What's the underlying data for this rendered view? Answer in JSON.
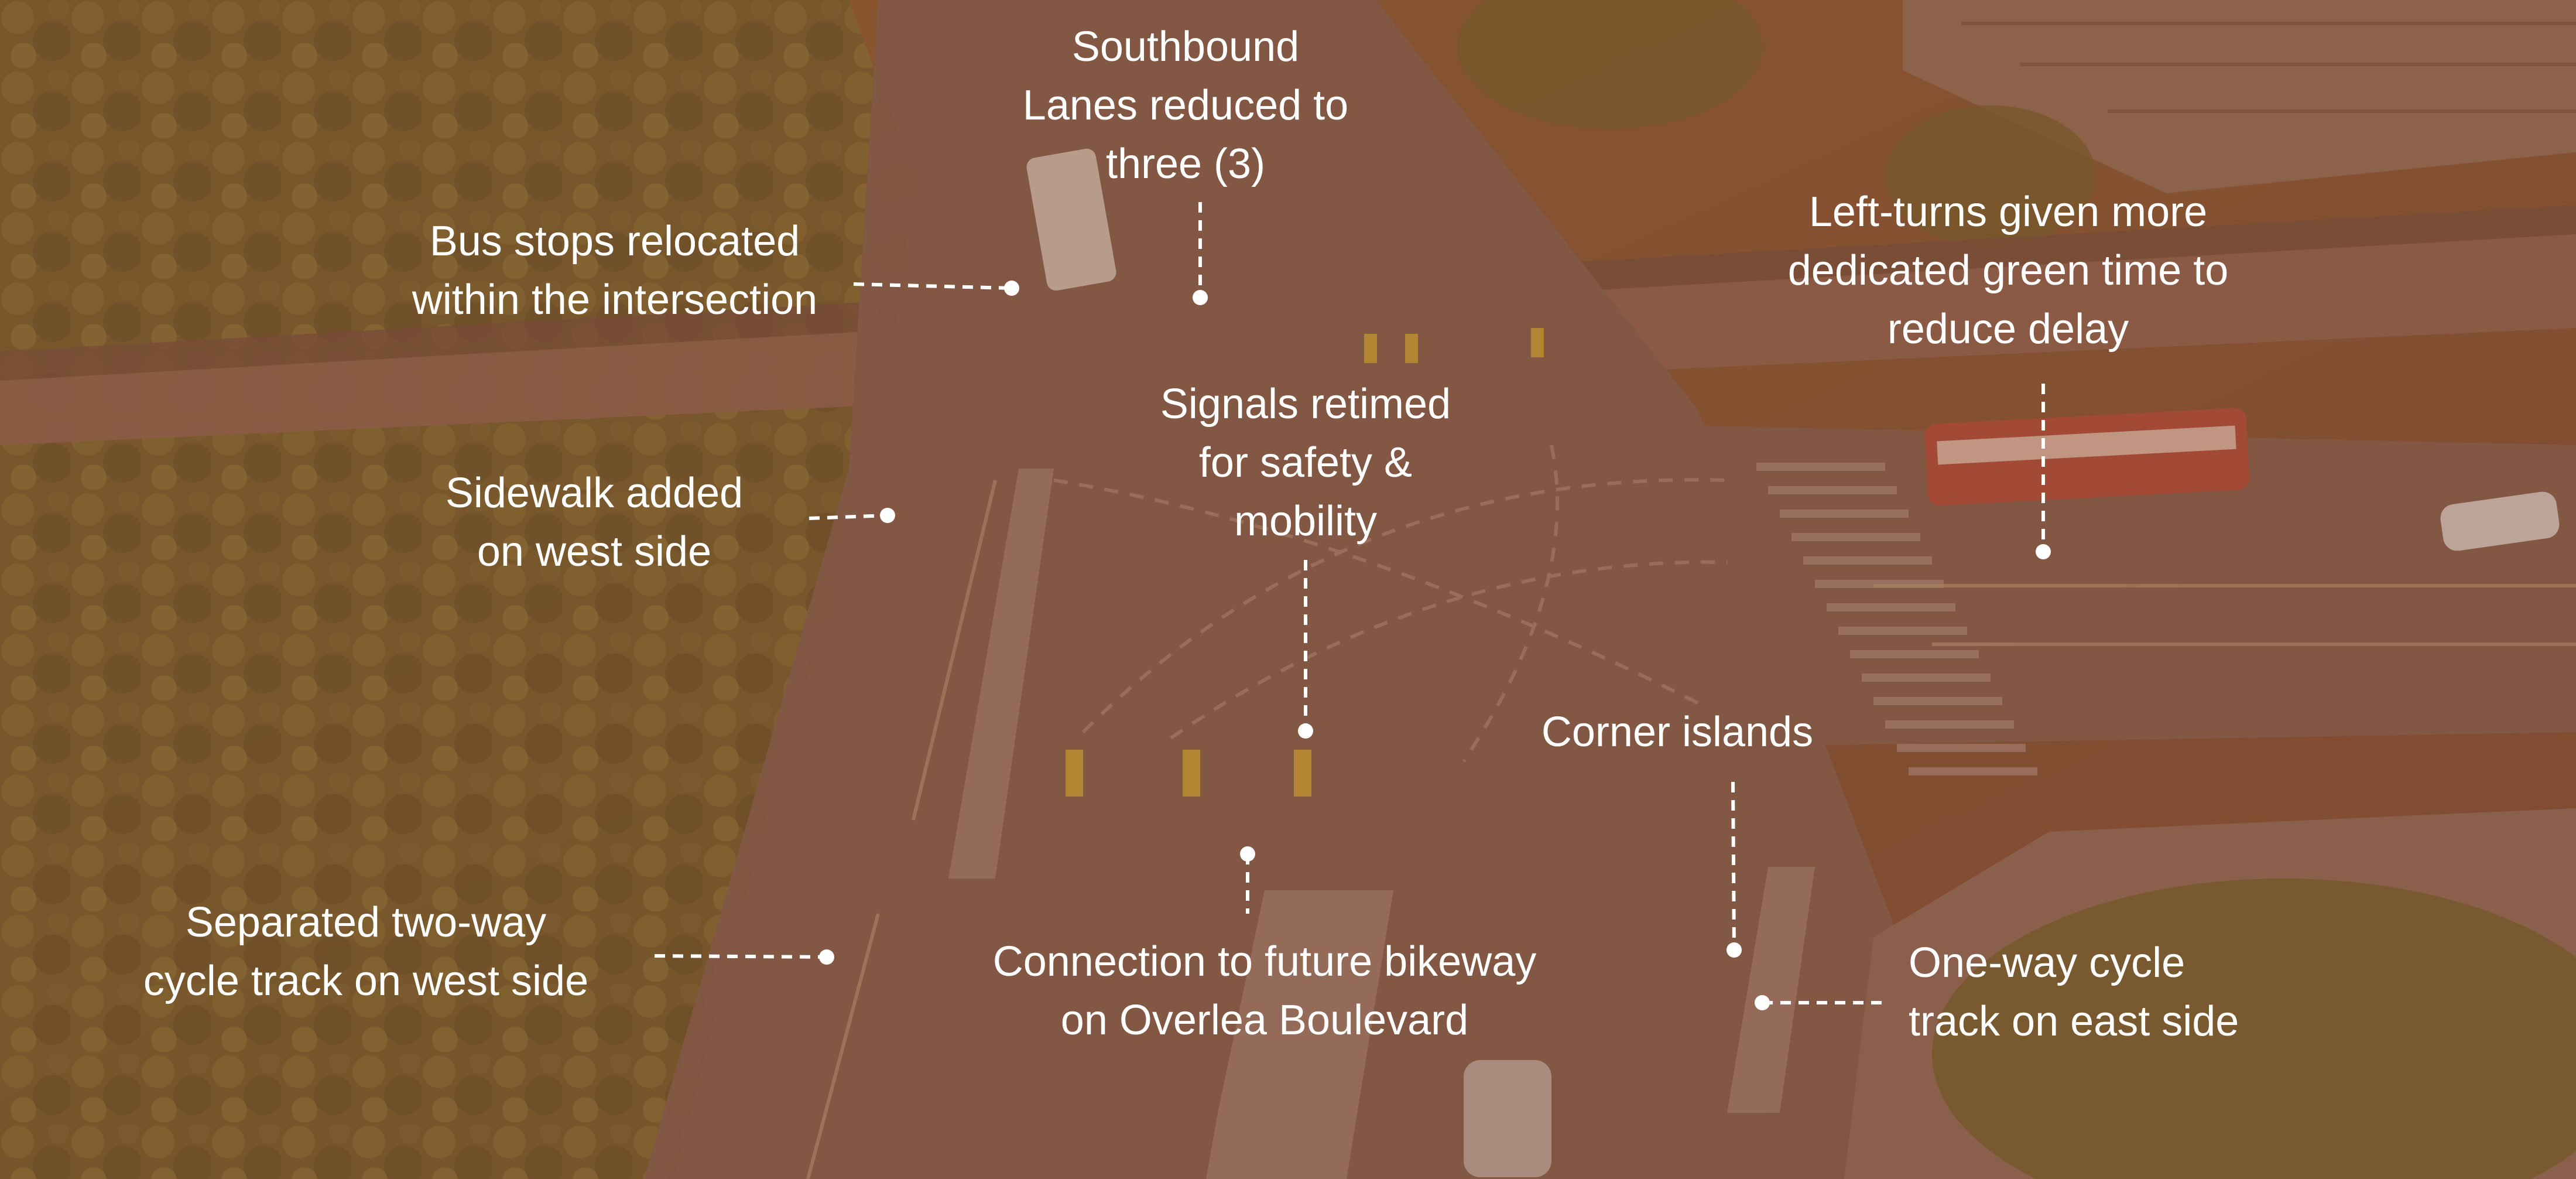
{
  "annotations": {
    "southbound": {
      "lines": [
        "Southbound",
        "Lanes reduced to",
        "three (3)"
      ]
    },
    "bus_stops": {
      "lines": [
        "Bus stops relocated",
        "within the intersection"
      ]
    },
    "left_turns": {
      "lines": [
        "Left-turns given more",
        "dedicated green time to",
        "reduce delay"
      ]
    },
    "signals": {
      "lines": [
        "Signals retimed",
        "for safety &",
        "mobility"
      ]
    },
    "sidewalk": {
      "lines": [
        "Sidewalk added",
        "on west side"
      ]
    },
    "corner_islands": {
      "lines": [
        "Corner islands"
      ]
    },
    "cycle_track_west": {
      "lines": [
        "Separated two-way",
        "cycle track on west side"
      ]
    },
    "future_bikeway": {
      "lines": [
        "Connection to future bikeway",
        "on Overlea Boulevard"
      ]
    },
    "cycle_track_east": {
      "lines": [
        "One-way cycle",
        "track on east side"
      ]
    }
  },
  "colors": {
    "overlay": "#8a5236",
    "text": "#ffffff",
    "leader": "#ffffff"
  }
}
